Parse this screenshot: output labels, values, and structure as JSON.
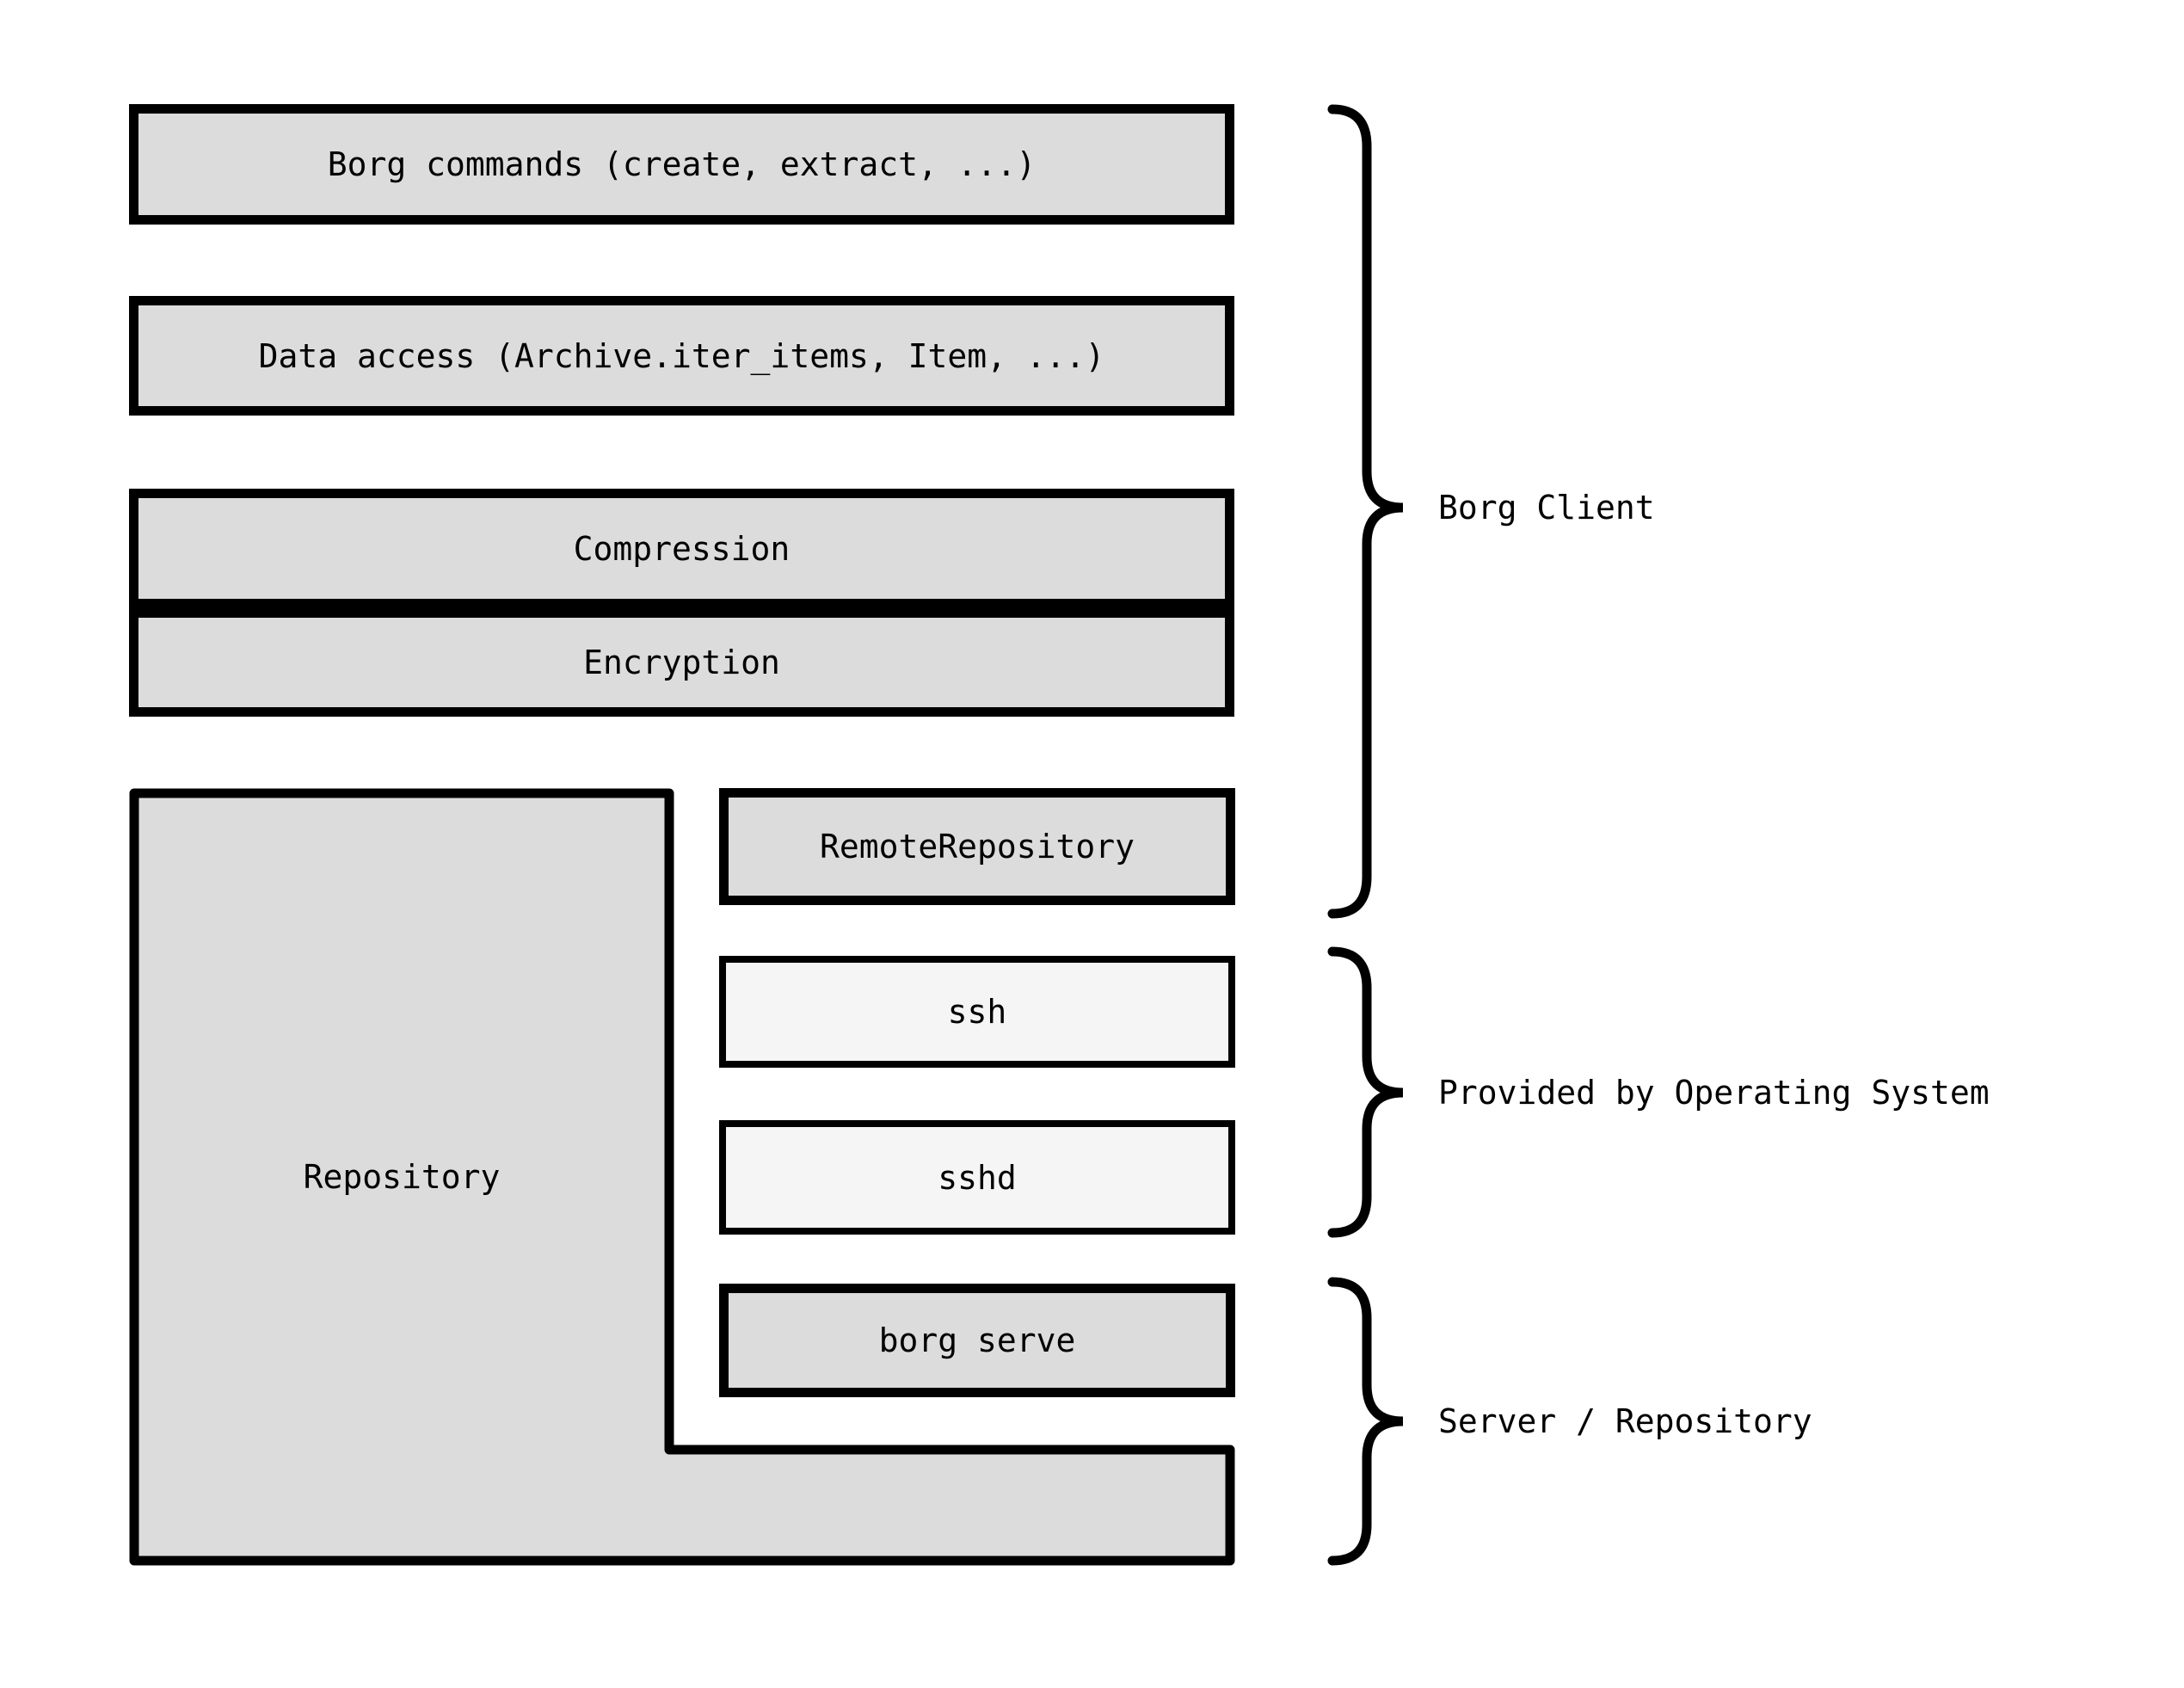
{
  "colors": {
    "background": "#ffffff",
    "border": "#000000",
    "box_fill": "#dcdcdc",
    "light_fill": "#f5f5f5",
    "text": "#000000"
  },
  "boxes": {
    "borg_commands": "Borg commands (create, extract, ...)",
    "data_access": "Data access (Archive.iter_items, Item, ...)",
    "compression": "Compression",
    "encryption": "Encryption",
    "repository": "Repository",
    "remote_repository": "RemoteRepository",
    "ssh": "ssh",
    "sshd": "sshd",
    "borg_serve": "borg serve"
  },
  "labels": {
    "borg_client": "Borg Client",
    "provided_by_os": "Provided by Operating System",
    "server_repository": "Server / Repository"
  }
}
